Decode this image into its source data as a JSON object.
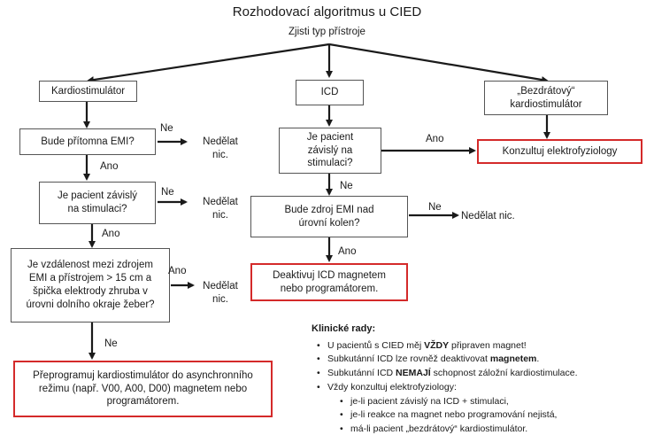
{
  "title": "Rozhodovací algoritmus u CIED",
  "subtitle": "Zjisti typ přístroje",
  "nodes": {
    "kardiostimulator": "Kardiostimulátor",
    "icd": "ICD",
    "bezdratovy": "„Bezdrátový“ kardiostimulátor",
    "emi_present": "Bude přítomna EMI?",
    "pm_dependent": "Je pacient závislý na stimulaci?",
    "distance": "Je vzdálenost mezi zdrojem EMI a přístrojem > 15 cm a špička elektrody zhruba v úrovni dolního okraje žeber?",
    "reprogram": "Přeprogramuj kardiostimulátor do asynchronního režimu (např. V00, A00, D00) magnetem nebo programátorem.",
    "icd_dependent": "Je pacient závislý na stimulaci?",
    "consult": "Konzultuj elektrofyziology",
    "emi_above_knees": "Bude zdroj EMI nad úrovní kolen?",
    "deactivate_icd": "Deaktivuj ICD magnetem nebo programátorem."
  },
  "labels": {
    "ne": "Ne",
    "ano": "Ano",
    "do_nothing": "Nedělat nic."
  },
  "advice": {
    "heading": "Klinické rady:",
    "items": [
      {
        "pre": "U pacientů s CIED měj ",
        "bold": "VŽDY",
        "post": " připraven magnet!"
      },
      {
        "pre": "Subkutánní ICD lze rovněž deaktivovat ",
        "bold": "magnetem",
        "post": "."
      },
      {
        "pre": "Subkutánní ICD ",
        "bold": "NEMAJÍ",
        "post": " schopnost záložní kardiostimulace."
      },
      {
        "pre": "Vždy konzultuj elektrofyziology:",
        "bold": "",
        "post": ""
      }
    ],
    "subitems": [
      "je-li pacient závislý na ICD + stimulaci,",
      "je-li reakce na magnet nebo programování nejistá,",
      "má-li pacient „bezdrátový“ kardiostimulátor."
    ]
  }
}
